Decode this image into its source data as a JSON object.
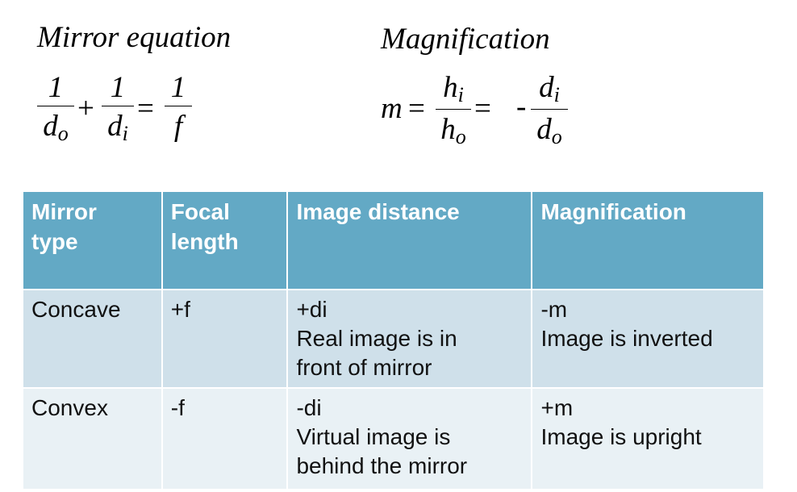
{
  "equations": {
    "mirror": {
      "title": "Mirror equation",
      "one": "1",
      "plus": "+",
      "equals": "=",
      "d_o": "d",
      "o_sub": "o",
      "d_i": "d",
      "i_sub": "i",
      "f": "f"
    },
    "magnification": {
      "title": "Magnification",
      "m": "m",
      "equals": "=",
      "h_i": "h",
      "i_sub": "i",
      "h_o": "h",
      "o_sub": "o",
      "minus": "-",
      "d_i": "d",
      "d_o": "d"
    }
  },
  "table": {
    "headers": [
      [
        "Mirror",
        "type"
      ],
      [
        "Focal",
        "length"
      ],
      [
        "Image distance"
      ],
      [
        "Magnification"
      ]
    ],
    "rows": [
      {
        "type": "Concave",
        "focal": "+f",
        "distance": [
          "+di",
          "Real image is in",
          "front of mirror"
        ],
        "magnification": [
          "-m",
          "Image is inverted"
        ]
      },
      {
        "type": "Convex",
        "focal": "-f",
        "distance": [
          "-di",
          "Virtual image is",
          "behind the mirror"
        ],
        "magnification": [
          "+m",
          "Image is upright"
        ]
      }
    ]
  }
}
